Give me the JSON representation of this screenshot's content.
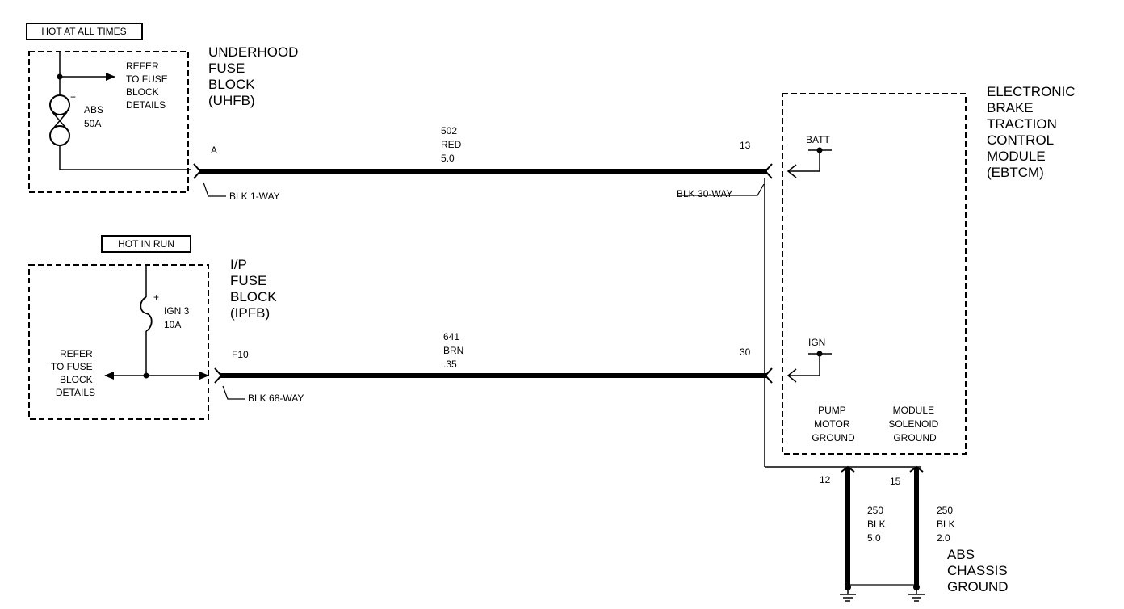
{
  "uhfb": {
    "power_label": "HOT AT ALL TIMES",
    "refer_lines": [
      "REFER",
      "TO FUSE",
      "BLOCK",
      "DETAILS"
    ],
    "fuse_name": "ABS",
    "fuse_rating": "50A",
    "title_lines": [
      "UNDERHOOD",
      "FUSE",
      "BLOCK",
      "(UHFB)"
    ],
    "terminal": "A",
    "connector": "BLK 1-WAY"
  },
  "ipfb": {
    "power_label": "HOT IN RUN",
    "refer_lines": [
      "REFER",
      "TO FUSE",
      "BLOCK",
      "DETAILS"
    ],
    "fuse_name": "IGN 3",
    "fuse_rating": "10A",
    "title_lines": [
      "I/P",
      "FUSE",
      "BLOCK",
      "(IPFB)"
    ],
    "terminal": "F10",
    "connector": "BLK 68-WAY"
  },
  "wire_batt": {
    "circuit": "502",
    "color": "RED",
    "gauge": "5.0"
  },
  "wire_ign": {
    "circuit": "641",
    "color": "BRN",
    "gauge": ".35"
  },
  "ebtcm": {
    "title_lines": [
      "ELECTRONIC",
      "BRAKE",
      "TRACTION",
      "CONTROL",
      "MODULE",
      "(EBTCM)"
    ],
    "connector": "BLK 30-WAY",
    "batt_pin": "13",
    "batt_label": "BATT",
    "ign_pin": "30",
    "ign_label": "IGN",
    "pump_ground_lines": [
      "PUMP",
      "MOTOR",
      "GROUND"
    ],
    "solenoid_ground_lines": [
      "MODULE",
      "SOLENOID",
      "GROUND"
    ],
    "pump_pin": "12",
    "solenoid_pin": "15"
  },
  "ground_wire_1": {
    "circuit": "250",
    "color": "BLK",
    "gauge": "5.0"
  },
  "ground_wire_2": {
    "circuit": "250",
    "color": "BLK",
    "gauge": "2.0"
  },
  "ground_label_lines": [
    "ABS",
    "CHASSIS",
    "GROUND"
  ]
}
